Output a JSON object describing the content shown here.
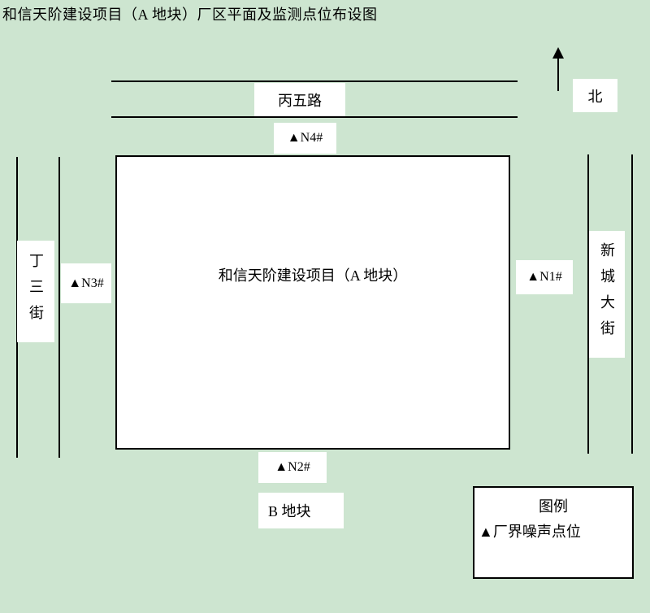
{
  "title": "和信天阶建设项目（A 地块）厂区平面及监测点位布设图",
  "compass": {
    "north_label": "北"
  },
  "roads": {
    "north": "丙五路",
    "west": "丁三街",
    "east": "新城大街"
  },
  "site": {
    "label": "和信天阶建设项目（A 地块）"
  },
  "plot_b": {
    "label": "B 地块"
  },
  "points": {
    "n1": {
      "label": "▲N1#",
      "side": "east"
    },
    "n2": {
      "label": "▲N2#",
      "side": "south"
    },
    "n3": {
      "label": "▲N3#",
      "side": "west"
    },
    "n4": {
      "label": "▲N4#",
      "side": "north"
    }
  },
  "legend": {
    "title": "图例",
    "items": [
      "▲厂界噪声点位"
    ]
  },
  "colors": {
    "background": "#cde5d0",
    "line": "#000000",
    "label_fill": "#ffffff",
    "text": "#000000"
  }
}
